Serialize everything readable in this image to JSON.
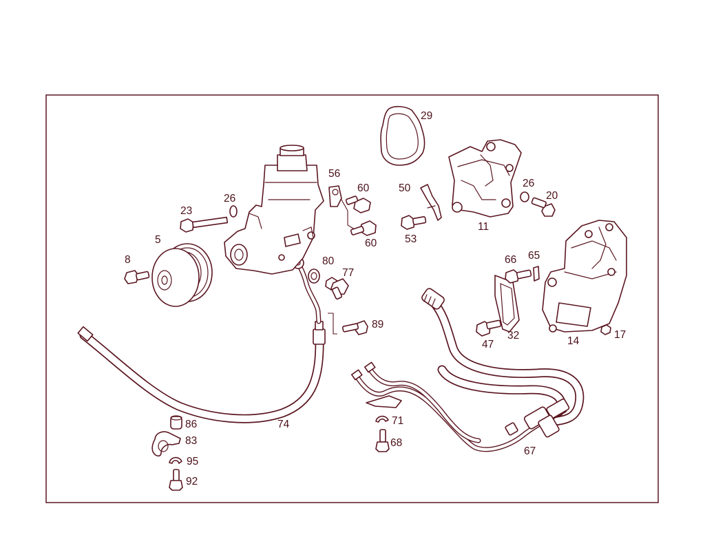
{
  "diagram": {
    "labels": {
      "p5": "5",
      "p8": "8",
      "p11": "11",
      "p14": "14",
      "p17": "17",
      "p20": "20",
      "p23": "23",
      "p26a": "26",
      "p26b": "26",
      "p29": "29",
      "p32": "32",
      "p47": "47",
      "p50": "50",
      "p53": "53",
      "p56": "56",
      "p60a": "60",
      "p60b": "60",
      "p65": "65",
      "p66": "66",
      "p67": "67",
      "p68": "68",
      "p71": "71",
      "p74": "74",
      "p77": "77",
      "p80": "80",
      "p83": "83",
      "p86": "86",
      "p89": "89",
      "p92": "92",
      "p95": "95"
    }
  }
}
